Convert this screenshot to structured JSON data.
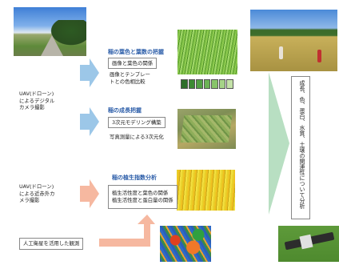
{
  "source_labels": {
    "uav_digital": "UAV(ドローン)\nによるデジタル\nカメラ撮影",
    "uav_infrared": "UAV(ドローン)\nによる近赤外カ\nメラ撮影",
    "satellite": "人工衛星を活用した観測"
  },
  "steps": {
    "leaf_color": {
      "header": "稲の葉色と葉数の把握",
      "box": "画像と葉色の関係",
      "text": "画像とテンプレー\nトとの色相比較"
    },
    "growth": {
      "header": "稲の成長把握",
      "box": "3次元モデリング構築",
      "text": "写真測量による3次元化"
    },
    "vegetation": {
      "header": "稲の植生指数分析",
      "box": "植生活性度と葉色の関係\n植生活性度と蛋白量の関係"
    }
  },
  "result": "成長、色、蛋白、水質、土壌の関連性について分析",
  "colors": {
    "arrow_blue": "#9cc7e8",
    "arrow_salmon": "#f6b8a0",
    "arrow_green": "#b8dfc2",
    "header_blue": "#2a5ca8",
    "leaf_chart": [
      "#2e6e2a",
      "#3c8a33",
      "#52a043",
      "#6cb355",
      "#88c46a",
      "#a6d488",
      "#c4e2a8"
    ]
  },
  "icons": {
    "road_photo": "rural-road-photo",
    "grass_photo": "rice-plant-photo",
    "model_photo": "3d-model-photo",
    "heatmap_photo": "vegetation-index-photo",
    "satellite_photo": "satellite-image",
    "field_photo": "field-survey-photo",
    "drone_photo": "fixed-wing-drone-photo"
  }
}
